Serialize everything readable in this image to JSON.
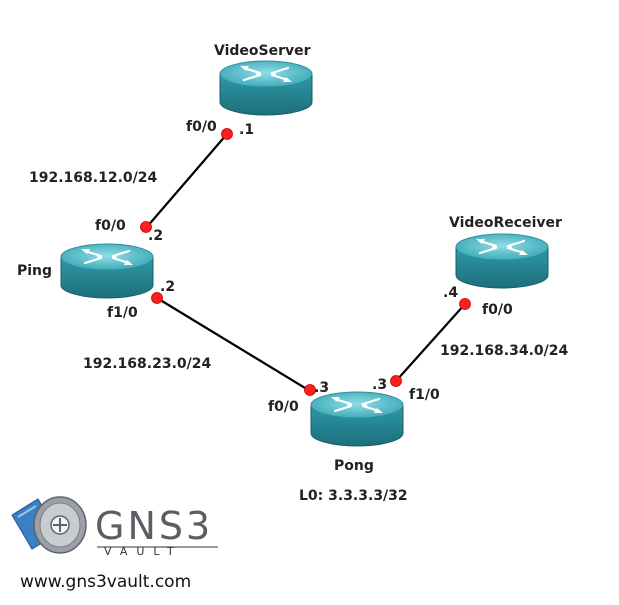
{
  "routers": {
    "videoserver": {
      "name": "VideoServer"
    },
    "ping": {
      "name": "Ping"
    },
    "pong": {
      "name": "Pong",
      "loopback": "L0: 3.3.3.3/32"
    },
    "videoreceiver": {
      "name": "VideoReceiver"
    }
  },
  "links": {
    "server_ping": {
      "subnet": "192.168.12.0/24",
      "server_if": "f0/0",
      "server_host": ".1",
      "ping_if": "f0/0",
      "ping_host": ".2"
    },
    "ping_pong": {
      "subnet": "192.168.23.0/24",
      "ping_if": "f1/0",
      "ping_host": ".2",
      "pong_if": "f0/0",
      "pong_host": ".3"
    },
    "pong_receiver": {
      "subnet": "192.168.34.0/24",
      "pong_if": "f1/0",
      "pong_host": ".3",
      "receiver_if": "f0/0",
      "receiver_host": ".4"
    }
  },
  "logo": {
    "brand": "GNS3",
    "sub": "VAULT",
    "url": "www.gns3vault.com"
  },
  "colors": {
    "router_body": "#2a8f9c",
    "router_top": "#5cc0cc",
    "link": "#000000",
    "interface_dot": "#ff1f1f"
  }
}
